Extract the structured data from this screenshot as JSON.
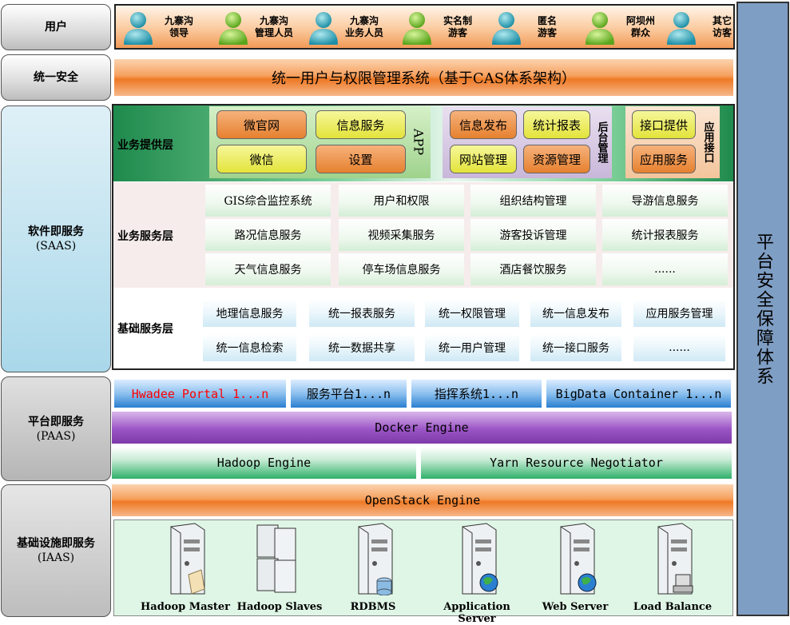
{
  "left_labels": {
    "users": "用户",
    "security": "统一安全",
    "saas": [
      "软件即服务",
      "(SAAS)"
    ],
    "paas": [
      "平台即服务",
      "(PAAS)"
    ],
    "iaas": [
      "基础设施即服务",
      "(IAAS)"
    ]
  },
  "users": [
    {
      "line1": "九寨沟",
      "line2": "领导"
    },
    {
      "line1": "九寨沟",
      "line2": "管理人员"
    },
    {
      "line1": "九寨沟",
      "line2": "业务人员"
    },
    {
      "line1": "实名制",
      "line2": "游客"
    },
    {
      "line1": "匿名",
      "line2": "游客"
    },
    {
      "line1": "阿坝州",
      "line2": "群众"
    },
    {
      "line1": "其它",
      "line2": "访客"
    }
  ],
  "security_bar": "统一用户与权限管理系统（基于CAS体系架构）",
  "right_column": "平台安全保障体系",
  "business_layer": {
    "label": "业务提供层",
    "app_group": {
      "items": [
        "微官网",
        "信息服务",
        "微信",
        "设置"
      ],
      "side": "APP"
    },
    "backend_group": {
      "items": [
        "信息发布",
        "统计报表",
        "网站管理",
        "资源管理"
      ],
      "side": "后台管理"
    },
    "api_group": {
      "items": [
        "接口提供",
        "应用服务"
      ],
      "side": "应用接口"
    }
  },
  "service_layer": {
    "label": "业务服务层",
    "cells": [
      "GIS综合监控系统",
      "用户和权限",
      "组织结构管理",
      "导游信息服务",
      "路况信息服务",
      "视频采集服务",
      "游客投诉管理",
      "统计报表服务",
      "天气信息服务",
      "停车场信息服务",
      "酒店餐饮服务",
      "......"
    ]
  },
  "base_layer": {
    "label": "基础服务层",
    "cells": [
      "地理信息服务",
      "统一报表服务",
      "统一权限管理",
      "统一信息发布",
      "应用服务管理",
      "统一信息检索",
      "统一数据共享",
      "统一用户管理",
      "统一接口服务",
      "......"
    ]
  },
  "paas": {
    "top": [
      "Hwadee Portal 1...n",
      "服务平台1...n",
      "指挥系统1...n",
      "BigData Container 1...n"
    ],
    "docker": "Docker Engine",
    "hadoop": "Hadoop Engine",
    "yarn": "Yarn Resource Negotiator"
  },
  "iaas": {
    "openstack": "OpenStack Engine",
    "servers": [
      "Hadoop Master",
      "Hadoop Slaves",
      "RDBMS",
      "Application Server",
      "Web Server",
      "Load Balance"
    ]
  },
  "colors": {
    "right_column": "#7f9ec4",
    "portal_text": "#ff0000"
  }
}
